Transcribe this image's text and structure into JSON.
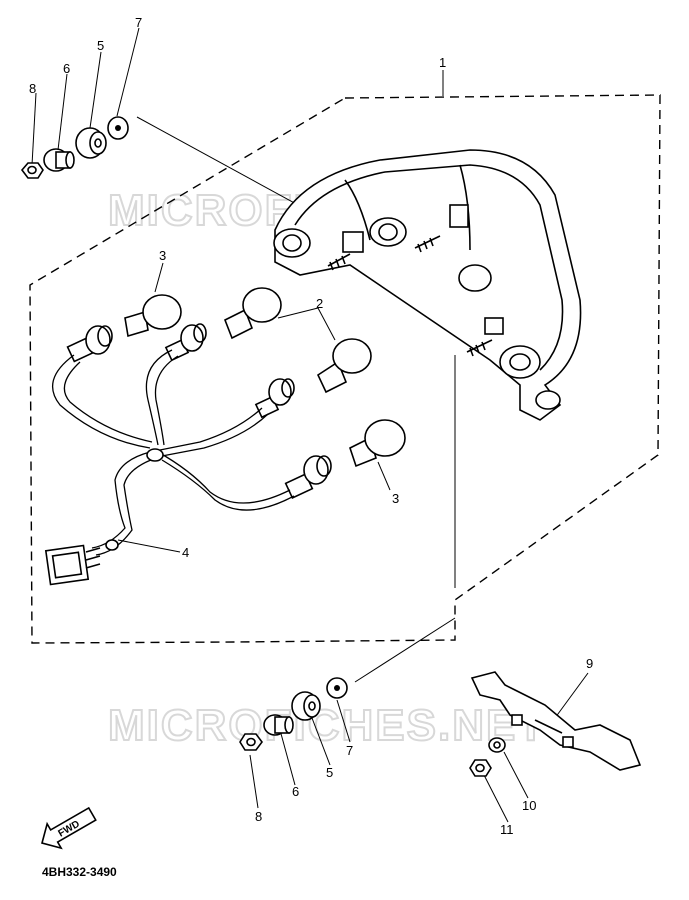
{
  "callouts": {
    "c1": "1",
    "c2": "2",
    "c3a": "3",
    "c3b": "3",
    "c4": "4",
    "c5a": "5",
    "c5b": "5",
    "c6a": "6",
    "c6b": "6",
    "c7a": "7",
    "c7b": "7",
    "c8a": "8",
    "c8b": "8",
    "c9": "9",
    "c10": "10",
    "c11": "11"
  },
  "fwd_label": "FWD",
  "diagram_code": "4BH332-3490",
  "watermark_text": "MICROFICHES.NET",
  "icons": [
    "fwd-arrow-icon"
  ]
}
